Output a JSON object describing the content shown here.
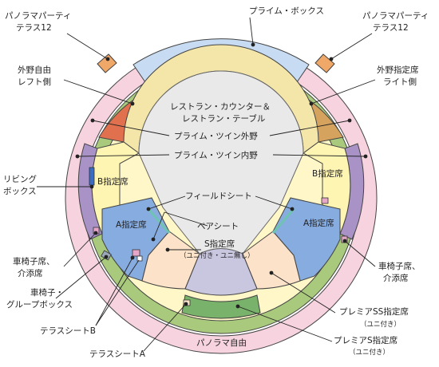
{
  "labels": {
    "prime_box": "プライム・ボックス",
    "panorama_party_left_1": "パノラマパーティ",
    "panorama_party_left_2": "テラス12",
    "panorama_party_right_1": "パノラマパーティ",
    "panorama_party_right_2": "テラス12",
    "outfield_free_left_1": "外野自由",
    "outfield_free_left_2": "レフト側",
    "outfield_reserved_right_1": "外野指定席",
    "outfield_reserved_right_2": "ライト側",
    "restaurant_1": "レストラン・カウンター＆",
    "restaurant_2": "レストラン・テーブル",
    "prime_twin_outfield": "プライム・ツイン外野",
    "prime_twin_infield": "プライム・ツイン内野",
    "living_box_1": "リビング",
    "living_box_2": "ボックス",
    "b_reserved_left": "B指定席",
    "b_reserved_right": "B指定席",
    "field_seat": "フィールドシート",
    "pair_seat": "ペアシート",
    "a_reserved_left": "A指定席",
    "a_reserved_right": "A指定席",
    "s_reserved_1": "S指定席",
    "s_reserved_2": "（ユニ付き・ユニ無し）",
    "wheelchair_left_1": "車椅子席、",
    "wheelchair_left_2": "介添席",
    "wheelchair_right_1": "車椅子席、",
    "wheelchair_right_2": "介添席",
    "wheelchair_group_1": "車椅子・",
    "wheelchair_group_2": "グループボックス",
    "terrace_b": "テラスシートB",
    "terrace_a": "テラスシートA",
    "premier_ss_1": "プレミアSS指定席",
    "premier_ss_2": "（ユニ付き）",
    "premier_s_1": "プレミアS指定席",
    "premier_s_2": "（ユニ付き）",
    "panorama_free": "パノラマ自由"
  },
  "colors": {
    "panorama_ring": "#f6d3de",
    "prime_box": "#c7dcf2",
    "outer_green_band": "#a9c97c",
    "outfield_free_left": "#e0704e",
    "outfield_reserved_right": "#d6a35e",
    "prime_twin_outfield": "#f4e6a9",
    "prime_twin_infield": "#fff7c8",
    "b_reserved": "#fff5b3",
    "a_reserved": "#86ace0",
    "living_box": "#a892c6",
    "s_reserved": "#fbe2c8",
    "premier_ss": "#c9c6e0",
    "premier_s": "#79b26a",
    "field": "#e9e9e9",
    "party_terrace": "#f0a868",
    "teal_strip": "#6fc3b2"
  }
}
